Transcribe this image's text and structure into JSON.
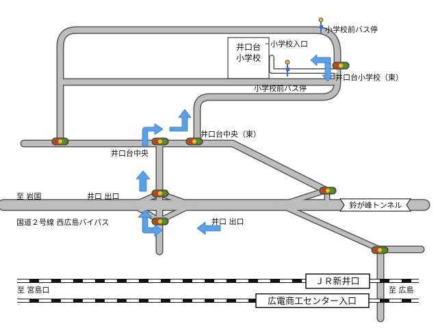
{
  "labels": {
    "school_name_line1": "井口台",
    "school_name_line2": "小学校",
    "school_entrance": "小学校入口",
    "bus_stop_top": "小学校前バス停",
    "bus_stop_mid": "小学校前バス停",
    "intersection_school_east": "井口台小学校（東）",
    "intersection_center_east": "井口台中央（東）",
    "intersection_center": "井口台中央",
    "to_iwakuni": "至 岩国",
    "exit_west": "井口 出口",
    "exit_east": "井口 出口",
    "route_name": "国道２号線 西広島バイパス",
    "tunnel": "鈴が峰トンネル",
    "jr_station": "ＪＲ新井口",
    "to_miyajimaguchi": "至 宮島口",
    "to_hiroshima": "至 広島",
    "tram_station": "広電商工センター入口"
  },
  "colors": {
    "road_fill": "#bdbdbd",
    "road_edge": "#555555",
    "arrow": "#5aa0e6",
    "rail_dark": "#111111",
    "signal_red": "#e03020",
    "signal_yellow": "#f0c020",
    "signal_green": "#30a040"
  },
  "icons": [
    "traffic-signal-icon",
    "bus-stop-icon",
    "turn-arrow-icon"
  ]
}
